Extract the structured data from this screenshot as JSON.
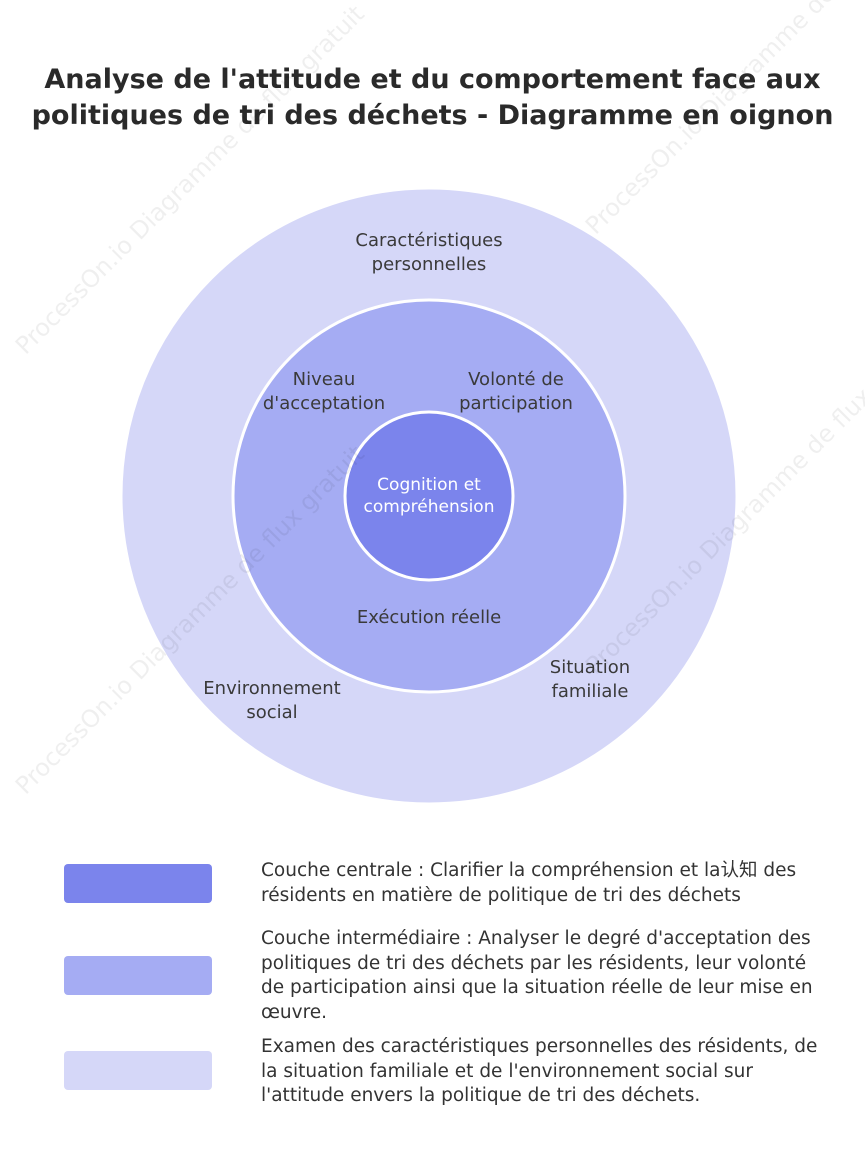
{
  "title_lines": [
    "Analyse de l'attitude et du comportement face aux",
    "politiques de tri des déchets - Diagramme en oignon"
  ],
  "colors": {
    "outer": "#d5d7f8",
    "middle": "#a5acf3",
    "core": "#7b84ec",
    "stroke": "#ffffff"
  },
  "layers": {
    "core": {
      "label_lines": [
        "Cognition et",
        "compréhension"
      ]
    },
    "middle": {
      "items": [
        {
          "label_lines": [
            "Niveau",
            "d'acceptation"
          ]
        },
        {
          "label_lines": [
            "Volonté de",
            "participation"
          ]
        },
        {
          "label_lines": [
            "Exécution réelle"
          ]
        }
      ]
    },
    "outer": {
      "items": [
        {
          "label_lines": [
            "Caractéristiques",
            "personnelles"
          ]
        },
        {
          "label_lines": [
            "Situation",
            "familiale"
          ]
        },
        {
          "label_lines": [
            "Environnement",
            "social"
          ]
        }
      ]
    }
  },
  "legend": [
    {
      "color": "#7b84ec",
      "text_lines": [
        "Couche centrale : Clarifier la compréhension et la认知 des",
        "résidents en matière de politique de tri des déchets"
      ]
    },
    {
      "color": "#a5acf3",
      "text_lines": [
        "Couche intermédiaire : Analyser le degré d'acceptation des",
        "politiques de tri des déchets par les résidents, leur volonté",
        "de participation ainsi que la situation réelle de leur mise en",
        "œuvre."
      ]
    },
    {
      "color": "#d5d7f8",
      "text_lines": [
        "Examen des caractéristiques personnelles des résidents, de",
        "la situation familiale et de l'environnement social sur",
        "l'attitude envers la politique de tri des déchets."
      ]
    }
  ],
  "watermark_text": "ProcessOn.io Diagramme de flux gratuit"
}
